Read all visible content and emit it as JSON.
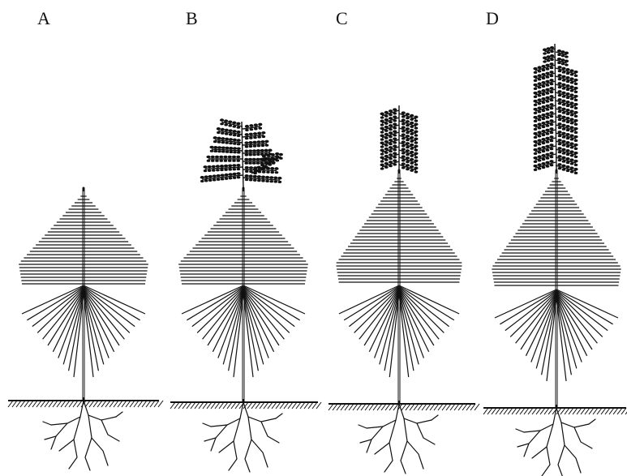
{
  "figure": {
    "panels": [
      {
        "id": "A",
        "label": "A",
        "stage": "vegetative",
        "inflorescence": "none"
      },
      {
        "id": "B",
        "label": "B",
        "stage": "flowering",
        "inflorescence": "spreading"
      },
      {
        "id": "C",
        "label": "C",
        "stage": "flowering",
        "inflorescence": "compact"
      },
      {
        "id": "D",
        "label": "D",
        "stage": "flowering",
        "inflorescence": "elongated"
      }
    ]
  }
}
